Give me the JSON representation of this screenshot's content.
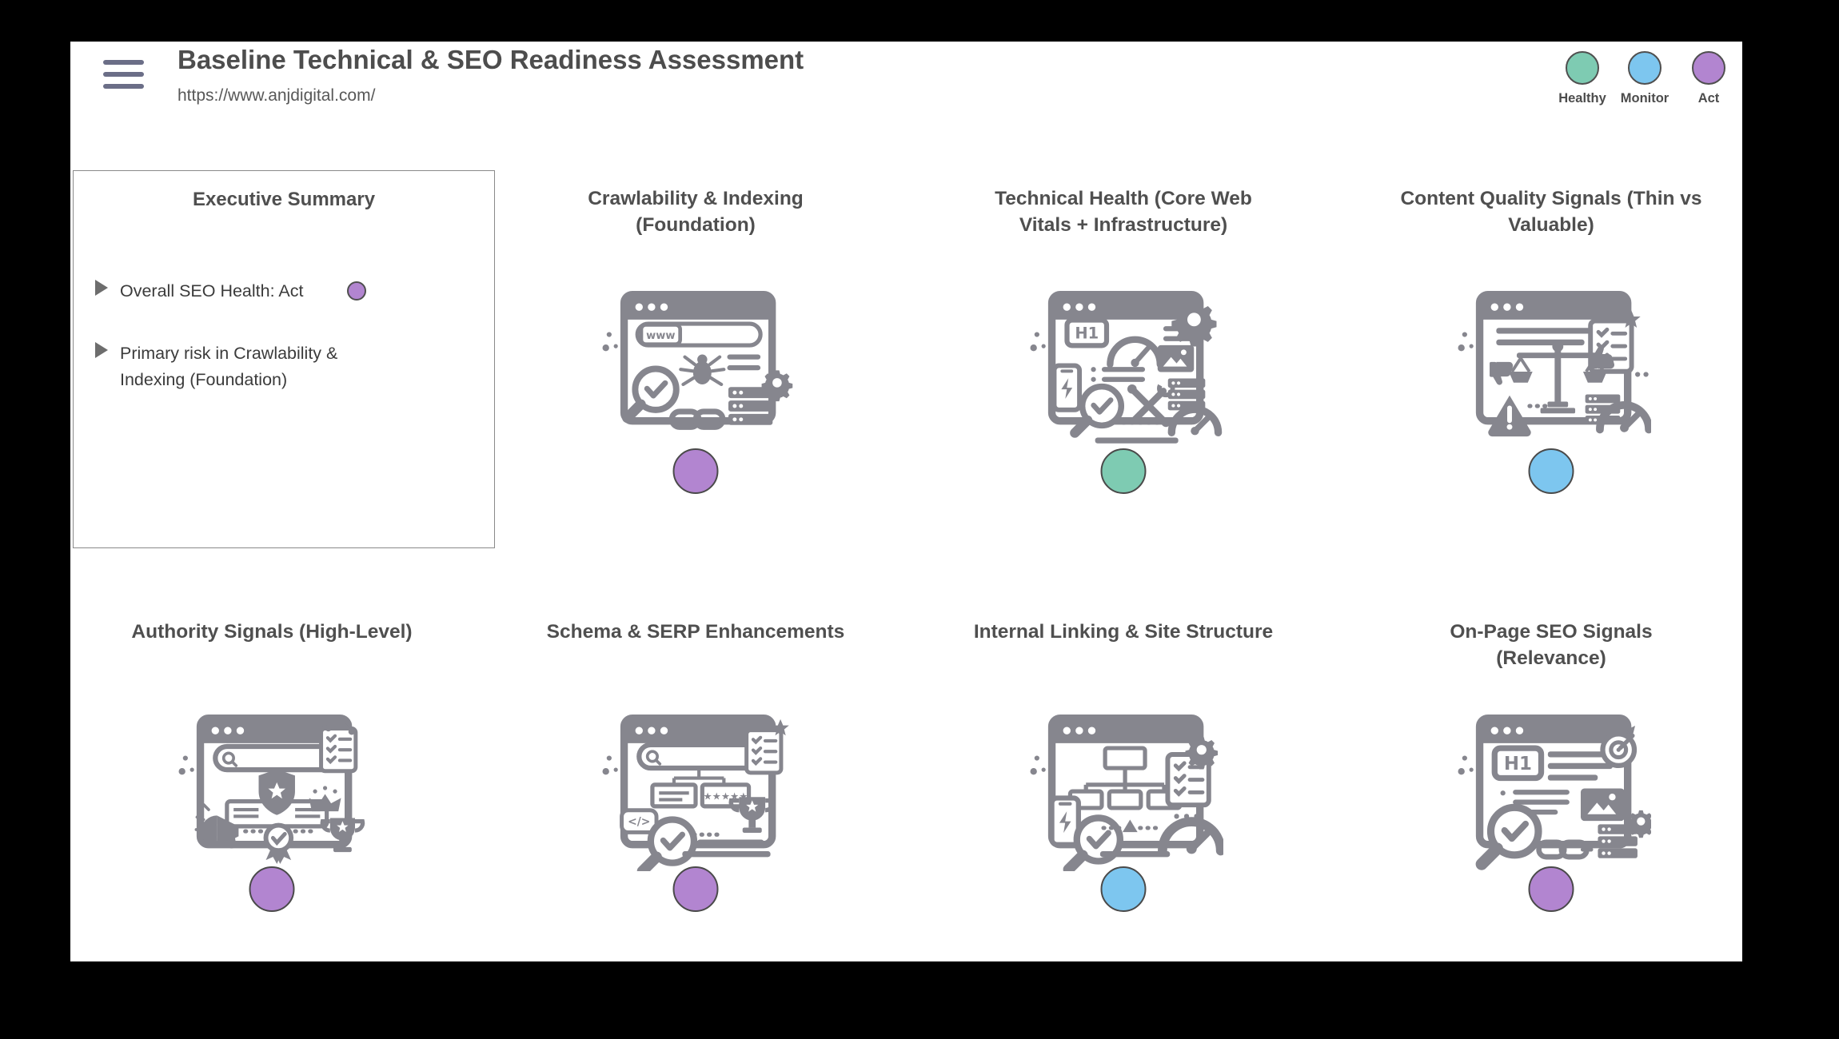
{
  "header": {
    "title": "Baseline Technical & SEO Readiness Assessment",
    "url": "https://www.anjdigital.com/",
    "menu_icon": "hamburger-icon"
  },
  "legend": {
    "items": [
      {
        "label": "Healthy",
        "color": "#7ecbb2"
      },
      {
        "label": "Monitor",
        "color": "#7dc6ef"
      },
      {
        "label": "Act",
        "color": "#b285d0"
      }
    ]
  },
  "executive_summary": {
    "title": "Executive Summary",
    "bullets": [
      {
        "text": "Overall SEO Health: Act",
        "status": "Act",
        "status_color": "#b285d0"
      },
      {
        "text": "Primary risk in Crawlability &\nIndexing (Foundation)"
      }
    ]
  },
  "cards": [
    {
      "title": "Crawlability & Indexing\n(Foundation)",
      "icon": "crawlability-indexing-icon",
      "status": "Act",
      "status_color": "#b285d0"
    },
    {
      "title": "Technical Health (Core Web\nVitals + Infrastructure)",
      "icon": "technical-health-icon",
      "status": "Healthy",
      "status_color": "#7ecbb2"
    },
    {
      "title": "Content Quality Signals (Thin vs\nValuable)",
      "icon": "content-quality-icon",
      "status": "Monitor",
      "status_color": "#7dc6ef"
    },
    {
      "title": "Authority Signals (High-Level)",
      "icon": "authority-signals-icon",
      "status": "Act",
      "status_color": "#b285d0"
    },
    {
      "title": "Schema & SERP Enhancements",
      "icon": "schema-serp-icon",
      "status": "Act",
      "status_color": "#b285d0"
    },
    {
      "title": "Internal Linking & Site Structure",
      "icon": "internal-linking-icon",
      "status": "Monitor",
      "status_color": "#7dc6ef"
    },
    {
      "title": "On-Page SEO Signals\n(Relevance)",
      "icon": "on-page-seo-icon",
      "status": "Act",
      "status_color": "#b285d0"
    }
  ],
  "colors": {
    "page_bg": "#000000",
    "panel_bg": "#ffffff",
    "icon_gray": "#86868e",
    "heading_text": "#4f4f4f",
    "status_border": "#4a4a4a"
  }
}
